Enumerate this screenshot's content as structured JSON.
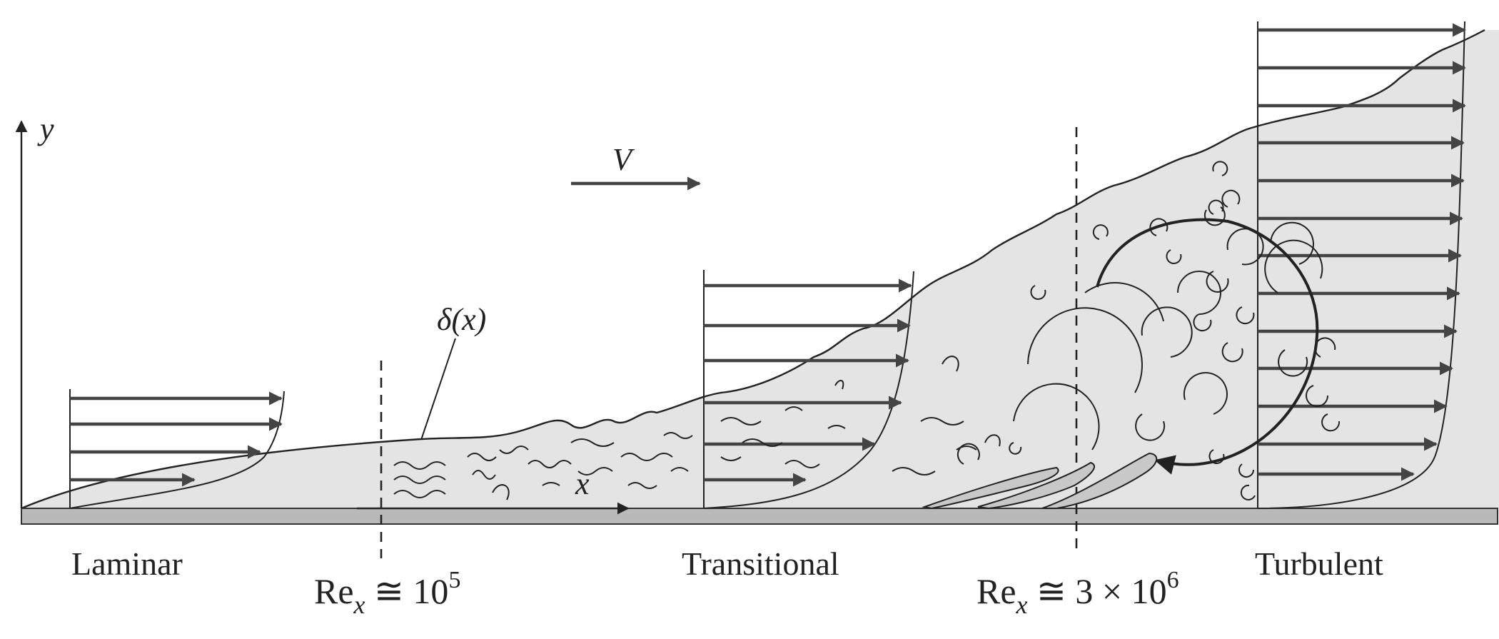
{
  "labels": {
    "y_axis": "y",
    "x_axis": "x",
    "velocity": "V",
    "thickness": "δ(x)",
    "regions": {
      "laminar": "Laminar",
      "transitional": "Transitional",
      "turbulent": "Turbulent"
    },
    "re1": {
      "base": "Re",
      "sub": "x",
      "rel": " ≅ 10",
      "sup": "5"
    },
    "re2": {
      "base": "Re",
      "sub": "x",
      "rel": " ≅ 3 × 10",
      "sup": "6"
    }
  },
  "colors": {
    "fluid": "#e4e4e4",
    "plate": "#b9b9b9",
    "ink": "#222222",
    "arrow": "#444444"
  }
}
